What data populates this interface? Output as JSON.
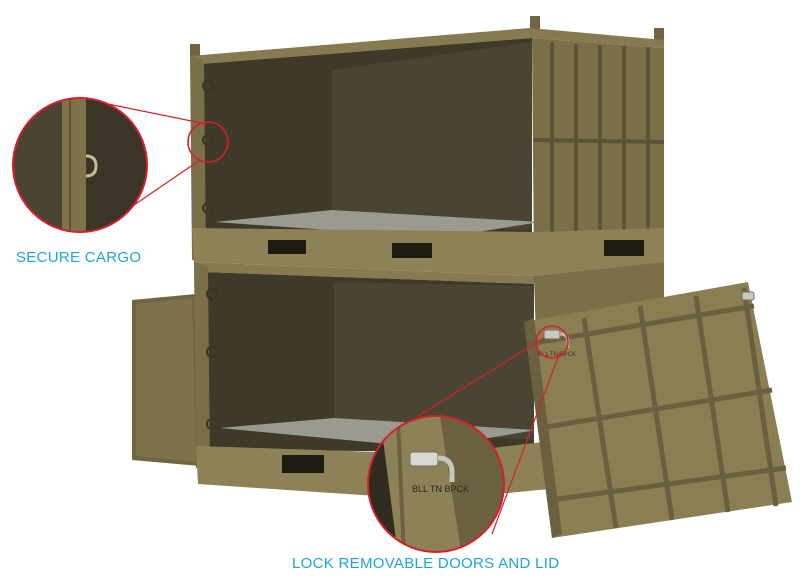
{
  "captions": {
    "secure_cargo": "SECURE CARGO",
    "lock_doors": "LOCK REMOVABLE DOORS AND LID"
  },
  "colors": {
    "caption": "#1fa3d6",
    "callout": "#d71f2b",
    "container": "#7a6f47",
    "container_dark": "#4f4830",
    "container_light": "#8d8257",
    "interior": "#3e3928",
    "floor_grate": "#9a9a90",
    "background": "#ffffff"
  },
  "stencils": {
    "door_marking": "BLL TN BPCK"
  },
  "icons": {
    "callout_secure": "magnifier-circle",
    "callout_lock": "magnifier-circle",
    "latch": "latch-handle"
  }
}
